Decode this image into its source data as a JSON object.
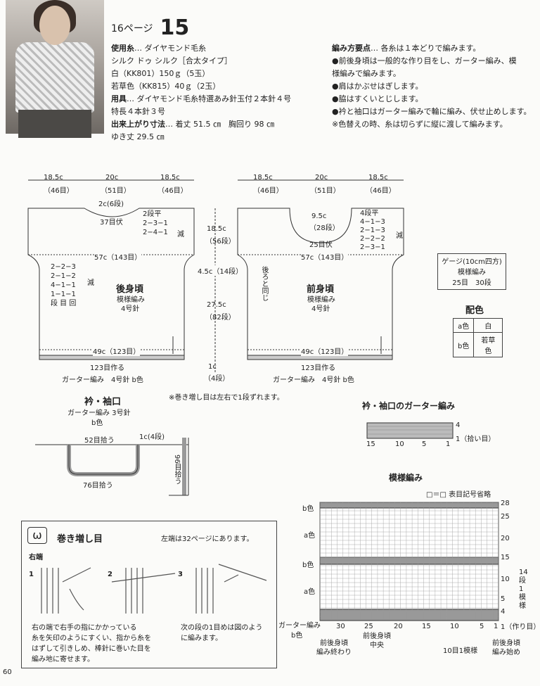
{
  "header": {
    "page_ref": "16ページ",
    "pattern_no": "15"
  },
  "materials": {
    "yarn_label": "使用糸",
    "yarn_value": "… ダイヤモンド毛糸",
    "yarn_name": "シルク ドゥ シルク［合太タイプ］",
    "color1": "白（KK801）150ｇ（5玉）",
    "color2": "若草色（KK815）40ｇ（2玉）",
    "tools_label": "用具",
    "tools_value": "… ダイヤモンド毛糸特選あみ針玉付２本針４号",
    "tools_value2": "特長４本針３号",
    "size_label": "出来上がり寸法",
    "size_value": "… 着丈 51.5 ㎝　胸回り 98 ㎝",
    "size_value2": "ゆき丈 29.5 ㎝"
  },
  "method": {
    "title": "編み方要点",
    "intro": "… 各糸は１本どりで編みます。",
    "items": [
      "●前後身頃は一般的な作り目をし、ガーター編み、模",
      "様編みで編みます。",
      "●肩はかぶせはぎします。",
      "●脇はすくいとじします。",
      "●衿と袖口はガーター編みで輪に編み、伏せ止めします。",
      "※色替えの時、糸は切らずに縦に渡して編みます。"
    ]
  },
  "back": {
    "top_dims": [
      "18.5c",
      "20c",
      "18.5c"
    ],
    "top_counts": [
      "（46目）",
      "（51目）",
      "（46目）"
    ],
    "neck1": "2c(6段)",
    "neck2": "37目伏",
    "neck_dec": [
      "2段平",
      "2−3−1",
      "2−4−1"
    ],
    "neck_dec_label": "減",
    "width_mid": "57c（143目）",
    "arm_dec": [
      "2−2−3",
      "2−1−2",
      "4−1−1",
      "1−1−1",
      "段 目 回"
    ],
    "arm_dec_label": "減",
    "title": "後身頃",
    "pattern": "模様編み",
    "needle": "4号針",
    "bottom": "49c（123目）",
    "cast_on": "123目作る",
    "garter": "ガーター編み　4号針 b色"
  },
  "middle": {
    "d1": "18.5c",
    "d1b": "（56段）",
    "d2": "4.5c（14段）",
    "d3": "27.5c",
    "d3b": "（82段）",
    "d4": "1c",
    "d4b": "（4段）"
  },
  "front": {
    "top_dims": [
      "18.5c",
      "20c",
      "18.5c"
    ],
    "top_counts": [
      "（46目）",
      "（51目）",
      "（46目）"
    ],
    "neck1": "9.5c",
    "neck2": "（28段）",
    "neck3": "25目伏",
    "neck_dec": [
      "4段平",
      "4−1−3",
      "2−1−3",
      "2−2−2",
      "2−3−1"
    ],
    "neck_dec_label": "減",
    "width_mid": "57c（143目）",
    "same_as_back": "後ろと同じ",
    "title": "前身頃",
    "pattern": "模様編み",
    "needle": "4号針",
    "bottom": "49c（123目）",
    "cast_on": "123目作る",
    "garter": "ガーター編み　4号針 b色"
  },
  "gauge": {
    "title": "ゲージ(10cm四方)",
    "pattern": "模様編み",
    "value": "25目　30段"
  },
  "colors": {
    "title": "配色",
    "rows": [
      {
        "k": "a色",
        "v": "白"
      },
      {
        "k": "b色",
        "v": "若草色"
      }
    ]
  },
  "collar": {
    "title": "衿・袖口",
    "sub1": "ガーター編み 3号針",
    "sub2": "b色",
    "note": "※巻き増し目は左右で1段ずれます。",
    "pick1": "52目拾う",
    "pick2": "1c(4段)",
    "pick3": "76目拾う",
    "pick4": "96目拾う"
  },
  "garter_chart": {
    "title": "衿・袖口のガーター編み",
    "row_mark": "4",
    "row_mark2": "1（拾い目）",
    "x_labels": [
      "15",
      "10",
      "5",
      "1"
    ]
  },
  "pattern_chart": {
    "title": "模様編み",
    "legend": "□＝□ 表目記号省略",
    "left_labels": [
      "b色",
      "a色",
      "b色",
      "a色",
      "b色"
    ],
    "garter_label": "ガーター編み",
    "right_labels": [
      "28",
      "25",
      "20",
      "15",
      "10",
      "5",
      "4",
      "1（作り目）"
    ],
    "right_note": [
      "14",
      "段",
      "1",
      "模",
      "様"
    ],
    "x_labels": [
      "30",
      "25",
      "20",
      "15",
      "10",
      "5",
      "1"
    ],
    "bottom1": "前後身頃",
    "bottom1b": "編み終わり",
    "bottom2": "前後身頃",
    "bottom2b": "中央",
    "bottom3": "10目1模様",
    "bottom4": "前後身頃",
    "bottom4b": "編み始め"
  },
  "technique": {
    "title": "巻き増し目",
    "left_ref": "左端は32ページにあります。",
    "side": "右端",
    "steps": [
      "1",
      "2",
      "3"
    ],
    "desc1": [
      "右の端で右手の指にかかっている",
      "糸を矢印のようにすくい、指から糸を",
      "はずして引きしめ、棒針に巻いた目を",
      "編み地に寄せます。"
    ],
    "desc2": [
      "次の段の1目めは図のよう",
      "に編みます。"
    ]
  },
  "footer": {
    "page": "60"
  }
}
